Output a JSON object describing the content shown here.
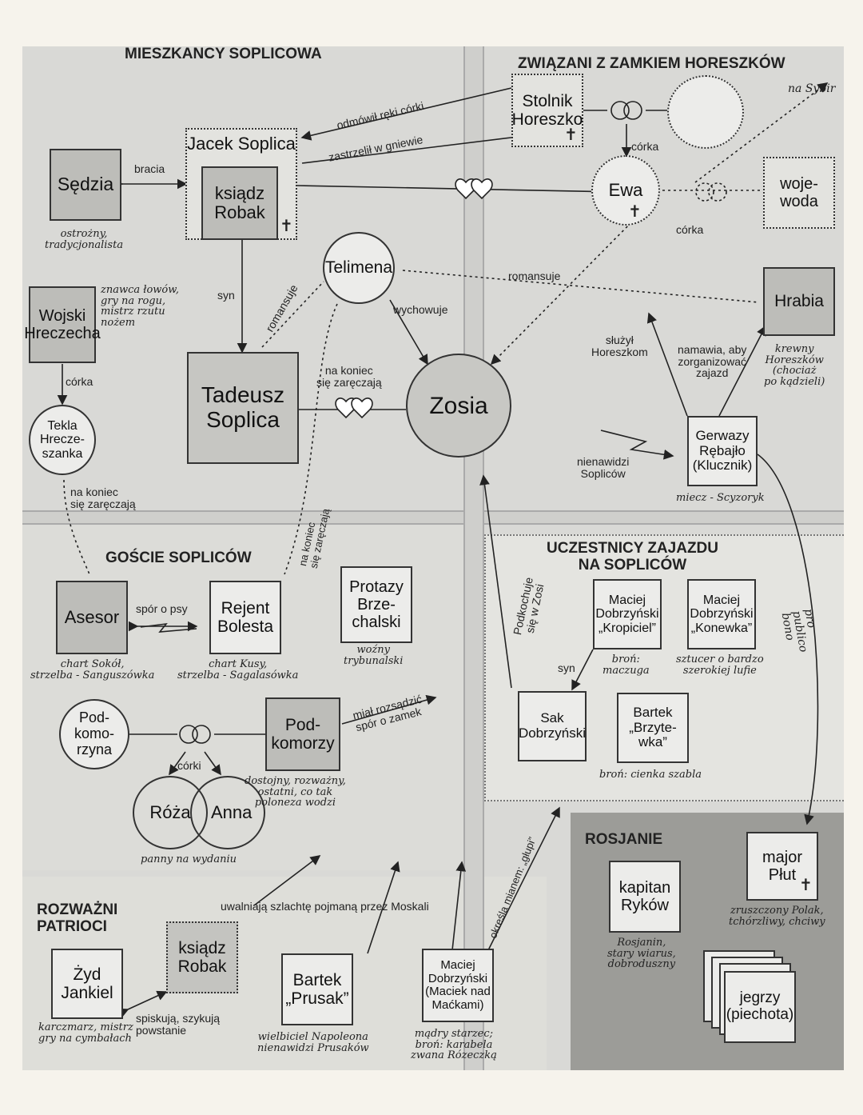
{
  "sections": {
    "soplicowo": "MIESZKANCY SOPLICOWA",
    "horeszko": "ZWIĄZANI Z ZAMKIEM HORESZKÓW",
    "goscie": "GOŚCIE SOPLICÓW",
    "zajazd": "UCZESTNICY ZAJAZDU\nNA SOPLICÓW",
    "rosjanie": "ROSJANIE",
    "patrioci": "ROZWAŻNI\nPATRIOCI"
  },
  "people": {
    "sedzia": "Sędzia",
    "jacek": "Jacek Soplica",
    "robak": "ksiądz\nRobak",
    "wojski": "Wojski\nHreczecha",
    "tekla": "Tekla\nHrecze-\nszanka",
    "tadeusz": "Tadeusz\nSoplica",
    "telimena": "Telimena",
    "zosia": "Zosia",
    "stolnik": "Stolnik\nHoreszko",
    "ewa": "Ewa",
    "wojewoda": "woje-\nwoda",
    "hrabia": "Hrabia",
    "gerwazy": "Gerwazy\nRębajło\n(Klucznik)",
    "asesor": "Asesor",
    "rejent": "Rejent\nBolesta",
    "protazy": "Protazy\nBrze-\nchalski",
    "podkomorzyna": "Pod-\nkomo-\nrzyna",
    "podkomorzy": "Pod-\nkomorzy",
    "roza": "Róża",
    "anna": "Anna",
    "kropiciel": "Maciej\nDobrzyński\n„Kropiciel”",
    "konewka": "Maciej\nDobrzyński\n„Konewka”",
    "sak": "Sak\nDobrzyński",
    "brzytewka": "Bartek\n„Brzyte-\nwka”",
    "plut": "major\nPłut",
    "rykow": "kapitan\nRyków",
    "jegrzy": "jegrzy\n(piechota)",
    "jankiel": "Żyd\nJankiel",
    "robak2": "ksiądz\nRobak",
    "prusak": "Bartek\n„Prusak”",
    "maciek": "Maciej\nDobrzyński\n(Maciek nad\nMaćkami)"
  },
  "relations": {
    "bracia": "bracia",
    "odmowil": "odmówił ręki córki",
    "zastrzelil": "zastrzelił w gniewie",
    "corka1": "córka",
    "corka2": "córka",
    "na_sybir": "na Sybir",
    "syn1": "syn",
    "romansuje1": "romansuje",
    "romansuje2": "romansuje",
    "wychowuje": "wychowuje",
    "corka_wojski": "córka",
    "zareczaja1": "na koniec\nsię zaręczają",
    "zareczaja2": "na koniec\nsię zaręczają",
    "zareczaja3": "na koniec\nsię zaręczają",
    "sluzyl": "służył\nHoreszkom",
    "namawia": "namawia, aby\nzorganizować\nzajazd",
    "nienawidzi": "nienawidzi\nSopliców",
    "spor_psy": "spór o psy",
    "mial": "miał rozsądzić\nspór o zamek",
    "corki": "córki",
    "podkochuje": "Podkochuje\nsię w Zosi",
    "syn2": "syn",
    "pro_publico": "pro publico bono",
    "uwalniaja": "uwalniają szlachtę pojmaną przez Moskali",
    "spiskuja": "spiskują, szykują\npowstanie",
    "okreslila": "określa mianem: „głupi”"
  },
  "notes": {
    "sedzia": "ostrożny,\ntradycjonalista",
    "wojski": "znawca łowów,\ngry na rogu,\nmistrz rzutu\nnożem",
    "hrabia": "krewny\nHoreszków\n(chociaż\npo kądzieli)",
    "gerwazy": "miecz - Scyzoryk",
    "asesor": "chart Sokół,\nstrzelba - Sanguszówka",
    "rejent": "chart Kusy,\nstrzelba - Sagalasówka",
    "protazy": "woźny\ntrybunalski",
    "podkomorzy": "dostojny, rozważny,\nostatni, co tak\npoloneza wodzi",
    "panny": "panny na wydaniu",
    "kropiciel": "broń:\nmaczuga",
    "konewka": "sztucer o bardzo\nszerokiej lufie",
    "brzytewka": "broń: cienka szabla",
    "plut": "zruszczony Polak,\ntchórzliwy, chciwy",
    "rykow": "Rosjanin,\nstary wiarus,\ndobroduszny",
    "jankiel": "karczmarz, mistrz\ngry na cymbałach",
    "prusak": "wielbiciel Napoleona\nnienawidzi Prusaków",
    "maciek": "mądry starzec;\nbroń: karabela\nzwana Rózeczką"
  }
}
